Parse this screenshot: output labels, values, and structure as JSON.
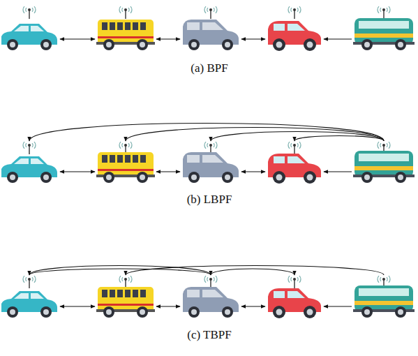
{
  "diagram": {
    "labels": [
      "(a) BPF",
      "(b) LBPF",
      "(c) TBPF"
    ]
  }
}
